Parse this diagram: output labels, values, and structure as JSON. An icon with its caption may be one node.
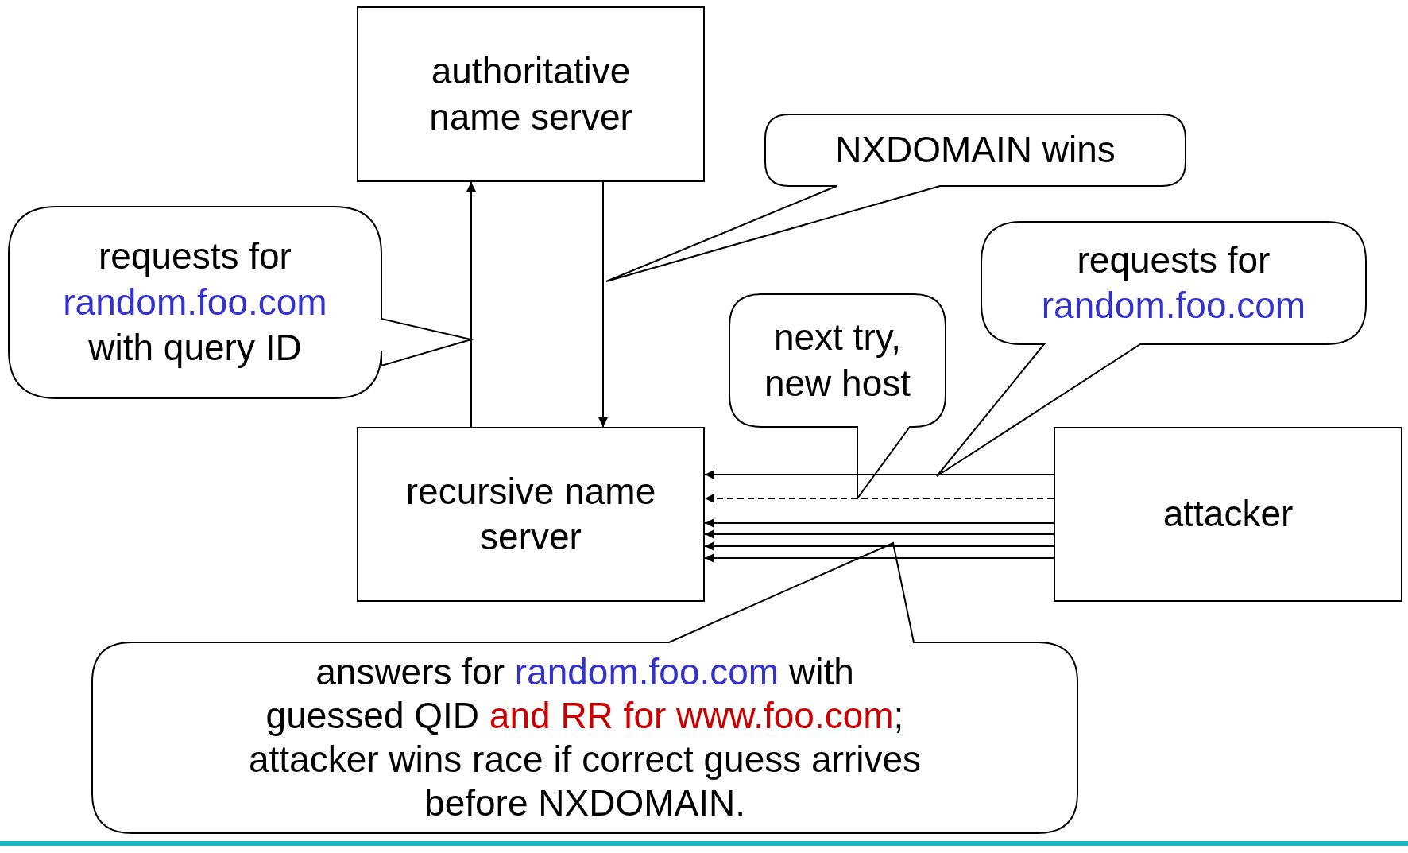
{
  "diagram": {
    "nodes": [
      {
        "text": [
          "authoritative name server"
        ]
      },
      {
        "text": [
          "recursive name server"
        ]
      },
      {
        "text": [
          "attacker"
        ]
      },
      {
        "text": [
          "requests for",
          "random.foo.com",
          "with query ID"
        ]
      },
      {
        "text": [
          "NXDOMAIN wins"
        ]
      },
      {
        "text": [
          "next try,",
          "new host"
        ]
      },
      {
        "text": [
          "requests for",
          "random.foo.com"
        ]
      },
      {
        "text": [
          "answers for",
          "random.foo.com",
          "with guessed QID",
          "and RR for www.foo.com",
          "; attacker wins race if correct guess arrives before NXDOMAIN."
        ]
      }
    ],
    "edges": [
      {
        "from": 1,
        "to": 0,
        "arrow": "to"
      },
      {
        "from": 0,
        "to": 1,
        "arrow": "to"
      },
      {
        "from": 2,
        "to": 1,
        "arrow": "to"
      },
      {
        "from": 2,
        "to": 1,
        "arrow": "to",
        "style": "dashed"
      },
      {
        "from": 2,
        "to": 1,
        "arrow": "to"
      },
      {
        "from": 2,
        "to": 1,
        "arrow": "to"
      },
      {
        "from": 2,
        "to": 1,
        "arrow": "to"
      },
      {
        "from": 2,
        "to": 1,
        "arrow": "to"
      }
    ]
  }
}
